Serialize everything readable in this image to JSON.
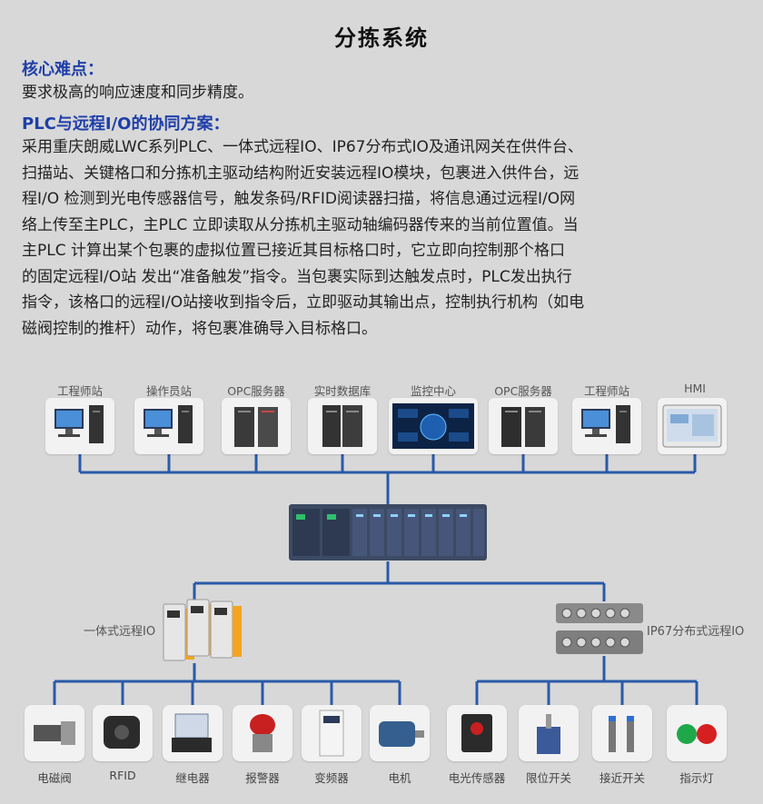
{
  "title": "分拣系统",
  "section1": {
    "heading": "核心难点：",
    "text": "要求极高的响应速度和同步精度。"
  },
  "section2": {
    "heading": "PLC与远程I/O的协同方案：",
    "lines": [
      "采用重庆朗威LWC系列PLC、一体式远程IO、IP67分布式IO及通讯网关在供件台、",
      "扫描站、关键格口和分拣机主驱动结构附近安装远程IO模块，包裹进入供件台，远",
      "程I/O 检测到光电传感器信号，触发条码/RFID阅读器扫描，将信息通过远程I/O网",
      "络上传至主PLC，主PLC 立即读取从分拣机主驱动轴编码器传来的当前位置值。当",
      "主PLC 计算出某个包裹的虚拟位置已接近其目标格口时，它立即向控制那个格口",
      "的固定远程I/O站 发出“准备触发”指令。当包裹实际到达触发点时，PLC发出执行",
      "指令，该格口的远程I/O站接收到指令后，立即驱动其输出点，控制执行机构（如电",
      "磁阀控制的推杆）动作，将包裹准确导入目标格口。"
    ]
  },
  "top_devices": [
    {
      "label": "工程师站",
      "icon": "workstation-icon"
    },
    {
      "label": "操作员站",
      "icon": "workstation-icon"
    },
    {
      "label": "OPC服务器",
      "icon": "server-icon"
    },
    {
      "label": "实时数据库",
      "icon": "server-icon"
    },
    {
      "label": "监控中心",
      "icon": "monitor-wall-icon"
    },
    {
      "label": "OPC服务器",
      "icon": "server-icon"
    },
    {
      "label": "工程师站",
      "icon": "workstation-icon"
    },
    {
      "label": "HMI",
      "icon": "hmi-panel-icon"
    }
  ],
  "remote_io_label": "一体式远程IO",
  "ip67_label": "IP67分布式远程IO",
  "field_devices": [
    {
      "label": "电磁阀",
      "icon": "solenoid-valve-icon"
    },
    {
      "label": "RFID",
      "icon": "rfid-reader-icon"
    },
    {
      "label": "继电器",
      "icon": "relay-icon"
    },
    {
      "label": "报警器",
      "icon": "alarm-light-icon"
    },
    {
      "label": "变频器",
      "icon": "inverter-icon"
    },
    {
      "label": "电机",
      "icon": "motor-icon"
    },
    {
      "label": "电光传感器",
      "icon": "photoelectric-sensor-icon"
    },
    {
      "label": "限位开关",
      "icon": "limit-switch-icon"
    },
    {
      "label": "接近开关",
      "icon": "proximity-switch-icon"
    },
    {
      "label": "指示灯",
      "icon": "indicator-light-icon"
    }
  ],
  "colors": {
    "bus": "#2a5aa8",
    "heading": "#1f3fa8"
  }
}
